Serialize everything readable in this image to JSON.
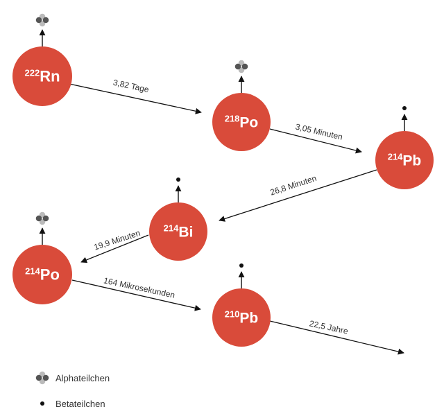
{
  "colors": {
    "nucleus": "#D94B3A",
    "arrow": "#111111",
    "particle_light": "#BBBBBB",
    "particle_dark": "#555555",
    "text": "#333333"
  },
  "nuclides": [
    {
      "id": "rn222",
      "mass": "222",
      "symbol": "Rn",
      "emits": "alpha"
    },
    {
      "id": "po218",
      "mass": "218",
      "symbol": "Po",
      "emits": "alpha"
    },
    {
      "id": "pb214",
      "mass": "214",
      "symbol": "Pb",
      "emits": "beta"
    },
    {
      "id": "bi214",
      "mass": "214",
      "symbol": "Bi",
      "emits": "beta"
    },
    {
      "id": "po214",
      "mass": "214",
      "symbol": "Po",
      "emits": "alpha"
    },
    {
      "id": "pb210",
      "mass": "210",
      "symbol": "Pb",
      "emits": "beta"
    }
  ],
  "transitions": [
    {
      "from": "rn222",
      "to": "po218",
      "label": "3,82 Tage"
    },
    {
      "from": "po218",
      "to": "pb214",
      "label": "3,05 Minuten"
    },
    {
      "from": "pb214",
      "to": "bi214",
      "label": "26,8 Minuten"
    },
    {
      "from": "bi214",
      "to": "po214",
      "label": "19,9 Minuten"
    },
    {
      "from": "po214",
      "to": "pb210",
      "label": "164 Mikrosekunden"
    },
    {
      "from": "pb210",
      "to": null,
      "label": "22,5 Jahre"
    }
  ],
  "legend": {
    "alpha_label": "Alphateilchen",
    "beta_label": "Betateilchen"
  }
}
